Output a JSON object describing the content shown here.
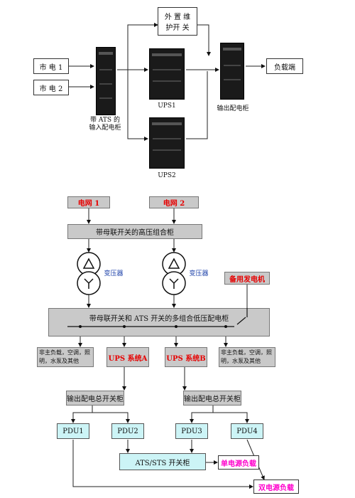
{
  "top": {
    "mains1": "市 电 1",
    "mains2": "市 电 2",
    "bypass_switch_line1": "外 置 维",
    "bypass_switch_line2": "护开 关",
    "load": "负载端",
    "ats_cabinet_line1": "带 ATS 的",
    "ats_cabinet_line2": "输入配电柜",
    "ups1": "UPS1",
    "ups2": "UPS2",
    "output_cabinet": "输出配电柜"
  },
  "bottom": {
    "grid1": "电网 1",
    "grid2": "电网 2",
    "hv_cabinet": "带母联开关的高压组合柜",
    "transformer1": "变压器",
    "transformer2": "变压器",
    "generator": "备用发电机",
    "lv_cabinet": "带母联开关和 ATS 开关的多组合低压配电柜",
    "branch_left": "非主负载，空调，照明，水泵及其他",
    "ups_a": "UPS 系统A",
    "ups_b": "UPS 系统B",
    "branch_right": "非主负载，空调，照明，水泵及其他",
    "out_switch1": "输出配电总开关柜",
    "out_switch2": "输出配电总开关柜",
    "pdu1": "PDU1",
    "pdu2": "PDU2",
    "pdu3": "PDU3",
    "pdu4": "PDU4",
    "ats_sts": "ATS/STS 开关柜",
    "single_load": "单电源负载",
    "dual_load": "双电源负载"
  }
}
